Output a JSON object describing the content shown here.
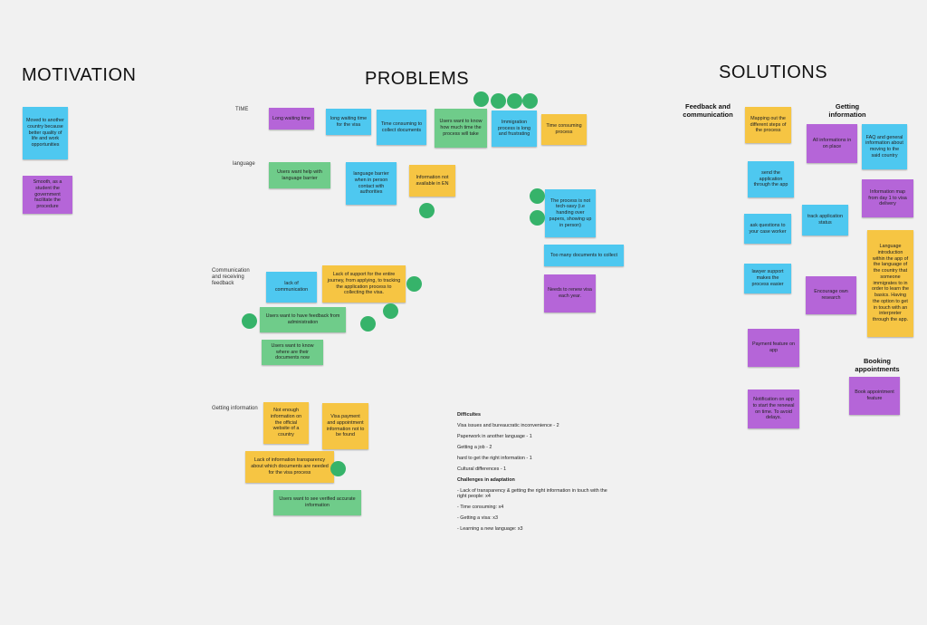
{
  "headings": {
    "motivation": "MOTIVATION",
    "problems": "PROBLEMS",
    "solutions": "SOLUTIONS"
  },
  "row_labels": {
    "time": "TIME",
    "language": "language",
    "communication": "Communication and receiving feedback",
    "getting_information": "Getting information"
  },
  "solution_subheads": {
    "feedback": "Feedback and communication",
    "getting_information": "Getting information",
    "booking": "Booking appointments"
  },
  "motivation_notes": [
    "Moved to another country because better quality of life and work opportunities",
    "Smooth, as a student the government facilitate the procedure"
  ],
  "problems": {
    "time": [
      "Long waiting time",
      "long waiting time for the visa",
      "Time consuming to collect documents",
      "Users want to know how much time the process will take",
      "Immigration process is long and frustrating",
      "Time consuming process"
    ],
    "language": [
      "Users want help with language barrier",
      "language barrier when in person contact with authorities",
      "Information not available in EN"
    ],
    "right": [
      "The process is not tech-savy (i.e handing over papers, showing up in person)",
      "Too many documents to collect",
      "Needs to renew visa each year."
    ],
    "communication": [
      "lack of communication",
      "Lack of support for the entire journey, from applying, to tracking the application process to collecting the visa.",
      "Users want to have feedback from administration",
      "Users want to know where are their documents now"
    ],
    "getting_information": [
      "Not enough information on the official website of a country",
      "Visa payment and appointment information not to be found",
      "Lack of information transparency about which documents are needed for the visa process",
      "Users want to see verified accurate information"
    ]
  },
  "difficulties": {
    "title": "Difficultes",
    "items": [
      "Visa issues and bureaucratic inconvenience - 2",
      "Paperwork in another language - 1",
      "Getting a job - 2",
      "hard to get the right information - 1",
      "Cultural differences - 1"
    ],
    "adaptation_title": "Challenges in adaptation",
    "adaptation_items": [
      "- Lack of transparency & getting the right information in touch with the right people: x4",
      "- Time consuming: x4",
      "- Getting a visa: x3",
      "- Learning a new language: x3"
    ]
  },
  "solutions": {
    "feedback": [
      "Mapping out the different steps of the process",
      "send the application through the app",
      "ask questions to your case worker",
      "lawyer support makes the process easier",
      "Payment feature on app",
      "Notification on app to start the renewal on time. To avoid delays."
    ],
    "getting_information": [
      "All informations in on place",
      "FAQ and general information about moving to the said country",
      "Information map from day 1 to visa delivery",
      "track application status",
      "Language introduction within the app of the language of the country that someone immigrates to in order to learn the basics. Having the option to get in touch with an interpreter through the app.",
      "Encourage own research"
    ],
    "booking": [
      "Book appointment feature"
    ]
  },
  "colors": {
    "background": "#f1f1f1",
    "blue_note": "#4ec8f0",
    "purple_note": "#b565d8",
    "green_note": "#6fcc8a",
    "yellow_note": "#f6c543",
    "vote_dot": "#36b36a"
  }
}
